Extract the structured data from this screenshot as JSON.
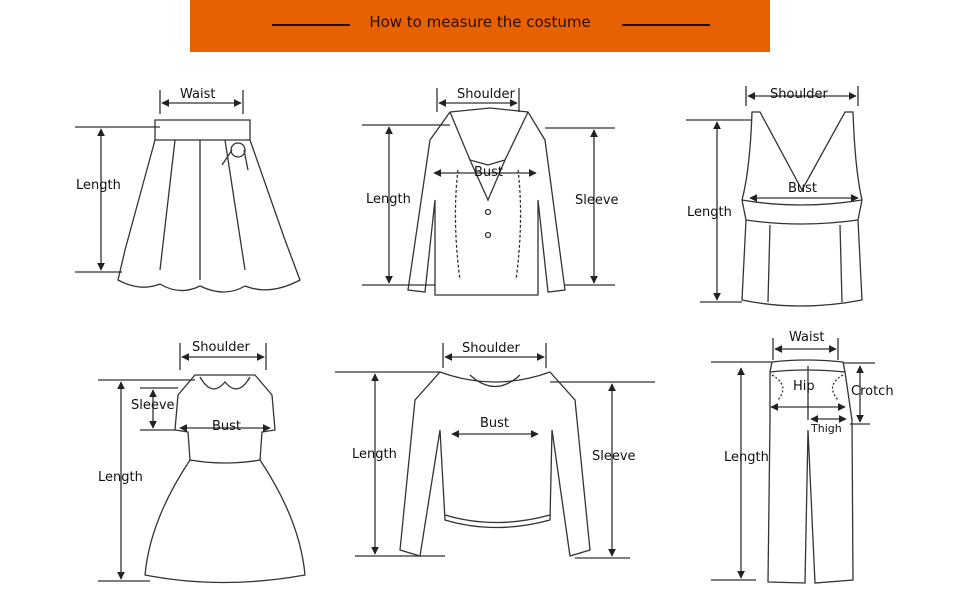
{
  "header": {
    "title": "How to measure the costume",
    "background": "#e86100"
  },
  "garments": {
    "skirt": {
      "waist": "Waist",
      "length": "Length"
    },
    "jacket": {
      "shoulder": "Shoulder",
      "bust": "Bust",
      "length": "Length",
      "sleeve": "Sleeve"
    },
    "tank_top": {
      "shoulder": "Shoulder",
      "bust": "Bust",
      "length": "Length"
    },
    "dress": {
      "shoulder": "Shoulder",
      "sleeve": "Sleeve",
      "bust": "Bust",
      "length": "Length"
    },
    "sweater": {
      "shoulder": "Shoulder",
      "bust": "Bust",
      "length": "Length",
      "sleeve": "Sleeve"
    },
    "pants": {
      "waist": "Waist",
      "hip": "Hip",
      "crotch": "Crotch",
      "thigh": "Thigh",
      "length": "Length"
    }
  }
}
